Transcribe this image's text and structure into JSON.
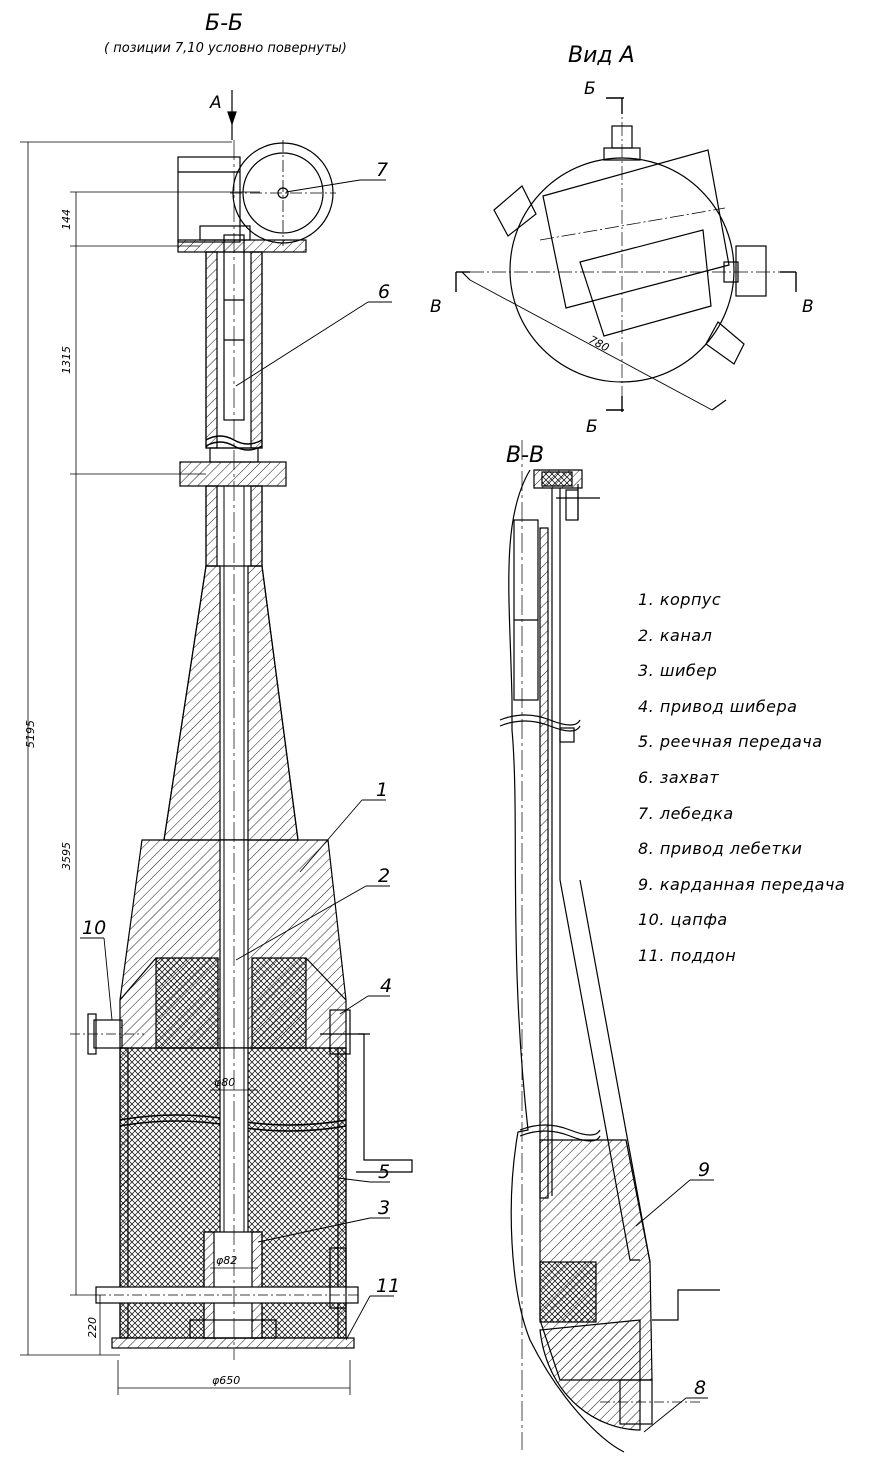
{
  "section_bb": {
    "title": "Б-Б",
    "subtitle": "( позиции 7,10 условно повернуты)",
    "view_arrow_label": "А"
  },
  "view_a": {
    "title": "Вид А",
    "cut_labels": [
      "Б",
      "Б",
      "В",
      "В"
    ],
    "dimension": "780"
  },
  "section_vv": {
    "title": "В-В"
  },
  "dimensions": {
    "overall_height": "5195",
    "d144": "144",
    "d1315": "1315",
    "d3595": "3595",
    "d220": "220",
    "dia_base": "φ650",
    "dia_channel_top": "φ80",
    "dia_channel_bottom": "φ82"
  },
  "callouts": [
    "1",
    "2",
    "3",
    "4",
    "5",
    "6",
    "7",
    "8",
    "9",
    "10",
    "11"
  ],
  "legend": [
    "1. корпус",
    "2. канал",
    "3. шибер",
    "4. привод шибера",
    "5. реечная передача",
    "6. захват",
    "7. лебедка",
    "8. привод лебетки",
    "9. карданная передача",
    "10. цапфа",
    "11. поддон"
  ]
}
